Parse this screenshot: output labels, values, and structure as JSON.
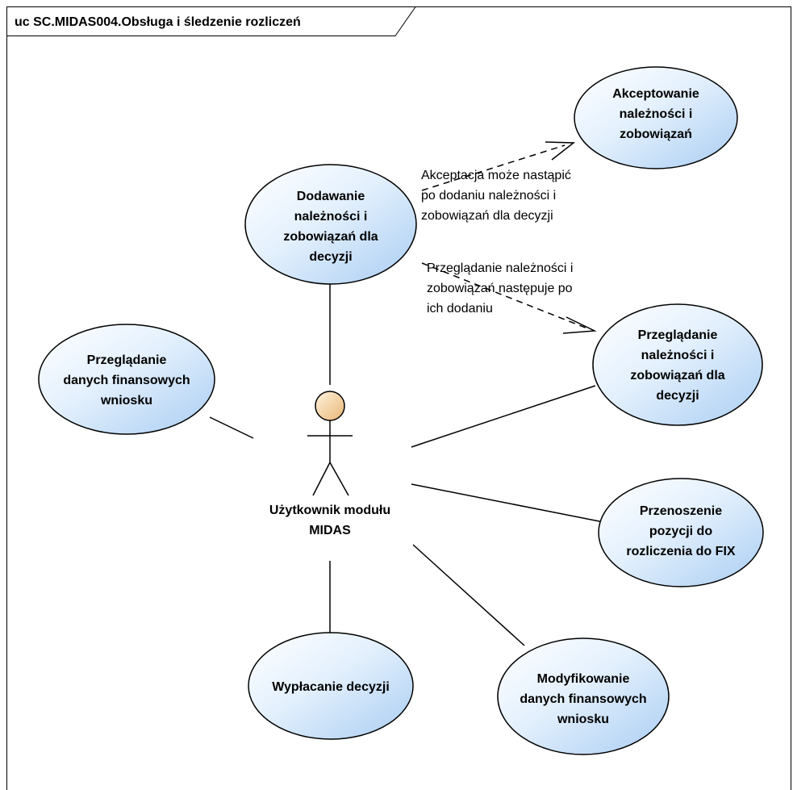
{
  "frame": {
    "title": "uc SC.MIDAS004.Obsługa i śledzenie rozliczeń"
  },
  "actor": {
    "name_lines": [
      "Użytkownik modułu",
      "MIDAS"
    ]
  },
  "use_cases": [
    {
      "id": "uc-akceptowanie",
      "lines": [
        "Akceptowanie",
        "należności i",
        "zobowiązań"
      ]
    },
    {
      "id": "uc-dodawanie",
      "lines": [
        "Dodawanie",
        "należności i",
        "zobowiązań dla",
        "decyzji"
      ]
    },
    {
      "id": "uc-przegladanie-naleznosci",
      "lines": [
        "Przeglądanie",
        "należności i",
        "zobowiązań dla",
        "decyzji"
      ]
    },
    {
      "id": "uc-przegladanie-danych",
      "lines": [
        "Przeglądanie",
        "danych finansowych",
        "wniosku"
      ]
    },
    {
      "id": "uc-przenoszenie",
      "lines": [
        "Przenoszenie",
        "pozycji do",
        "rozliczenia do FIX"
      ]
    },
    {
      "id": "uc-wyplacanie",
      "lines": [
        "Wypłacanie decyzji"
      ]
    },
    {
      "id": "uc-modyfikowanie",
      "lines": [
        "Modyfikowanie",
        "danych finansowych",
        "wniosku"
      ]
    }
  ],
  "dependencies": [
    {
      "id": "dep-akceptacja",
      "note_lines": [
        "Akceptacja może nastąpić",
        "po dodaniu należności i",
        "zobowiązań dla decyzji"
      ]
    },
    {
      "id": "dep-przegladanie",
      "note_lines": [
        "Przeglądanie należności i",
        "zobowiązań następuje po",
        "ich dodaniu"
      ]
    }
  ],
  "colors": {
    "usecase_fill_light": "#f4f9ff",
    "usecase_fill_dark": "#b9d8f6",
    "actor_head": "#f3cf9a",
    "stroke": "#000000"
  }
}
